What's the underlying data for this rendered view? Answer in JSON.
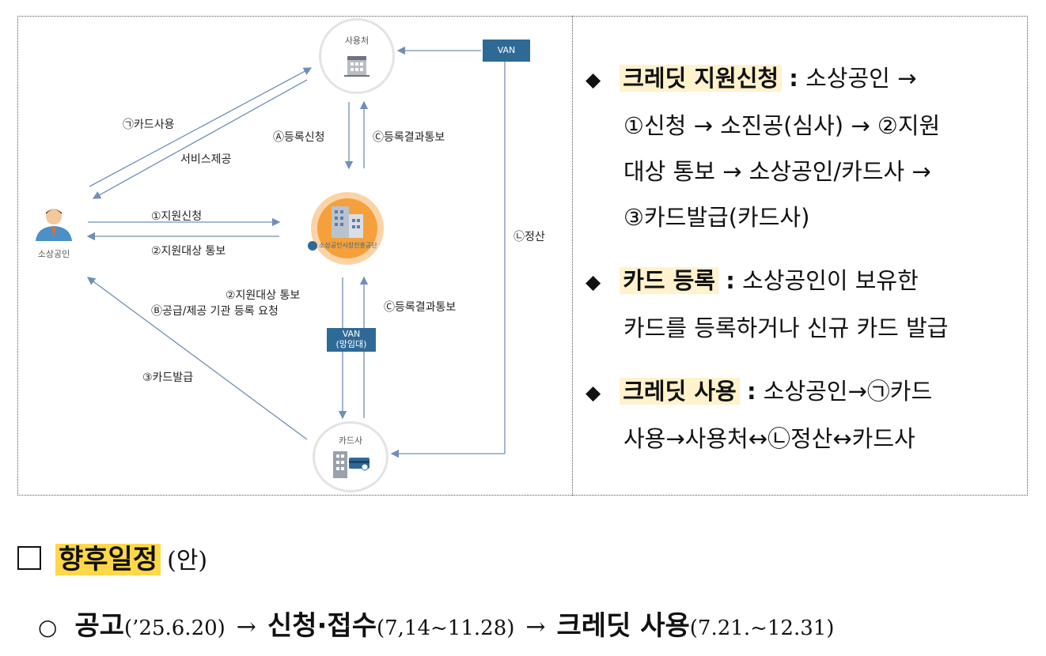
{
  "diagram": {
    "nodes": {
      "merchant": "사용처",
      "owner": "소상공인",
      "agency_logo_text": "소상공인시장진흥공단",
      "card_company": "카드사"
    },
    "van_top": "VAN",
    "van_mid_line1": "VAN",
    "van_mid_line2": "(망임대)",
    "labels": {
      "card_use": "㉠카드사용",
      "service": "서비스제공",
      "reg_request": "Ⓐ등록신청",
      "reg_result_top": "Ⓒ등록결과통보",
      "apply": "①지원신청",
      "notify": "②지원대상 통보",
      "settle": "㉡정산",
      "notify2": "②지원대상 통보",
      "supply_request": "Ⓑ공급/제공 기관 등록 요청",
      "reg_result_bottom": "Ⓒ등록결과통보",
      "card_issue": "③카드발급"
    }
  },
  "panel": {
    "bullet1": {
      "marker": "◆",
      "title": "크레딧 지원신청",
      "colon": ":",
      "lines": [
        "소상공인 →",
        "①신청 → 소진공(심사) → ②지원",
        "대상 통보 → 소상공인/카드사 →",
        "③카드발급(카드사)"
      ]
    },
    "bullet2": {
      "marker": "◆",
      "title": "카드 등록",
      "colon": ":",
      "lines": [
        "소상공인이 보유한",
        "카드를 등록하거나 신규 카드 발급"
      ]
    },
    "bullet3": {
      "marker": "◆",
      "title": "크레딧 사용",
      "colon": ":",
      "lines": [
        "소상공인→㉠카드",
        "사용→사용처↔㉡정산↔카드사"
      ]
    }
  },
  "section": {
    "box_marker": "□",
    "title": "향후일정",
    "paren": "(안)"
  },
  "schedule": {
    "marker": "○",
    "step1": "공고",
    "step1_date": "(’25.6.20)",
    "arrow": "→",
    "step2": "신청·접수",
    "step2_date": "(7,14~11.28)",
    "step3": "크레딧 사용",
    "step3_date": "(7.21.~12.31)"
  },
  "colors": {
    "highlight": "#fff2cc",
    "section_highlight": "#ffd84a",
    "van_box": "#2f6a97",
    "arrow": "#6f8fb8",
    "agency_orange": "#f5a03a"
  }
}
